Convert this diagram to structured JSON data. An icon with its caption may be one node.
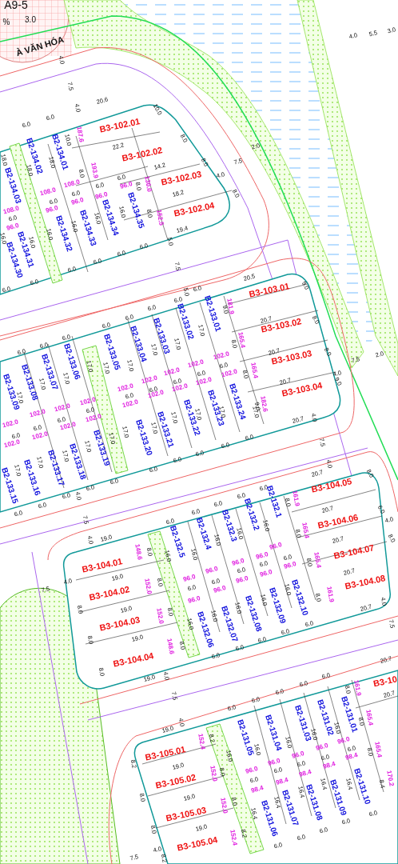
{
  "diagram": {
    "labels": [
      "A9-5",
      "%",
      "3.0",
      "À VĂN HÓA",
      "4.0",
      "5.5",
      "3.0",
      "4.0",
      "7.5",
      "4.0",
      "20.6",
      "10.0",
      "6.0",
      "6.0",
      "B3-102.01",
      "187.6",
      "8.0",
      "10.0",
      "B2-134.02",
      "B2-134.01",
      "22.2",
      "18.0",
      "18.0",
      "18.0",
      "B2-134.03",
      "B3-102.02",
      "8.0",
      "14.2",
      "193.9",
      "8.0",
      "108.0",
      "108.0",
      "108.0",
      "6.0",
      "6.0",
      "6.0",
      "6.0",
      "6.0",
      "96.0",
      "96.0",
      "96.0",
      "96.0",
      "96.0",
      "130.0",
      "8.0",
      "B3-102.03",
      "4.0",
      "7.5",
      "2.0",
      "8.0",
      "18.2",
      "B2-134.35",
      "B2-134.34",
      "B2-134.33",
      "B2-134.32",
      "B2-134.31",
      "B2-134.30",
      "16.0",
      "16.0",
      "16.0",
      "16.0",
      "16.0",
      "16.0",
      "8.0",
      "152.5",
      "B3-102.04",
      "19.4",
      "5.0",
      "7.5",
      "6.0",
      "6.0",
      "6.0",
      "6.0",
      "6.0",
      "6.0",
      "20.5",
      "9.0",
      "5.0",
      "6.0",
      "6.0",
      "B3-103.01",
      "181.9",
      "9.0",
      "B2-133.01",
      "B2-133.02",
      "B2-133.03",
      "B2-133.04",
      "B2-133.05",
      "B2-133.06",
      "B2-133.07",
      "B2-133.08",
      "B2-133.09",
      "6.0",
      "6.0",
      "6.0",
      "6.0",
      "6.0",
      "6.0",
      "20.7",
      "8.0",
      "B3-103.02",
      "165.4",
      "8.0",
      "17.0",
      "17.0",
      "17.0",
      "17.0",
      "17.0",
      "17.0",
      "17.0",
      "17.0",
      "17.0",
      "20.7",
      "8.0",
      "B3-103.03",
      "102.0",
      "102.0",
      "102.0",
      "102.0",
      "102.0",
      "102.0",
      "102.0",
      "102.0",
      "102.0",
      "6.0",
      "6.0",
      "6.0",
      "6.0",
      "6.0",
      "6.0",
      "6.0",
      "6.0",
      "6.0",
      "102.0",
      "102.0",
      "102.0",
      "102.0",
      "102.0",
      "102.0",
      "102.0",
      "102.0",
      "102.0",
      "165.4",
      "8.0",
      "4.0",
      "7.5",
      "2.0",
      "9.0",
      "20.7",
      "B3-103.04",
      "182.6",
      "9.0",
      "B2-133.24",
      "B2-133.23",
      "B2-133.22",
      "B2-133.21",
      "B2-133.20",
      "B2-133.19",
      "B2-133.18",
      "B2-133.17",
      "B2-133.16",
      "B2-133.15",
      "17.0",
      "17.0",
      "17.0",
      "17.0",
      "17.0",
      "17.0",
      "17.0",
      "17.0",
      "17.0",
      "17.0",
      "17.0",
      "6.0",
      "6.0",
      "6.0",
      "6.0",
      "6.0",
      "6.0",
      "6.0",
      "6.0",
      "6.0",
      "6.0",
      "20.7",
      "4.0",
      "7.5",
      "4.0",
      "20.7",
      "4.0",
      "7.5",
      "4.0",
      "19.0",
      "8.0",
      "6.0",
      "6.0",
      "6.0",
      "6.0",
      "6.0",
      "B3-104.05",
      "161.9",
      "8.0",
      "B2-132.1",
      "B2-132.2",
      "B2-132.3",
      "B2-132.4",
      "B2-132.5",
      "20.7",
      "6.0",
      "4.0",
      "B3-104.06",
      "165.4",
      "8.0",
      "16.0",
      "16.0",
      "16.0",
      "16.0",
      "96.0",
      "20.7",
      "8.0",
      "B3-104.07",
      "148.6",
      "8.0",
      "16.0",
      "96.0",
      "96.0",
      "96.0",
      "96.0",
      "6.0",
      "6.0",
      "6.0",
      "6.0",
      "6.0",
      "96.0",
      "96.0",
      "96.0",
      "96.0",
      "96.0",
      "165.4",
      "8.0",
      "20.7",
      "B3-104.08",
      "161.9",
      "8.0",
      "B3-104.01",
      "19.0",
      "152.0",
      "8.0",
      "B2-132.10",
      "B2-132.09",
      "B2-132.08",
      "B2-132.07",
      "B2-132.06",
      "16.0",
      "16.0",
      "16.0",
      "16.0",
      "16.0",
      "4.0",
      "7.5",
      "8.0",
      "B3-104.02",
      "19.0",
      "152.0",
      "8.0",
      "B3-104.03",
      "8.0",
      "19.0",
      "148.6",
      "8.0",
      "B3-104.04",
      "8.0",
      "19.0",
      "4.0",
      "7.5",
      "6.0",
      "6.0",
      "6.0",
      "6.0",
      "6.0",
      "4.0",
      "20.7",
      "7.5",
      "20.7",
      "19.0",
      "4.0",
      "6.0",
      "6.0",
      "6.0",
      "6.0",
      "6.0",
      "161.9",
      "8.0",
      "B3-10",
      "20.7",
      "B2-131.01",
      "B2-131.02",
      "B2-131.03",
      "B2-131.04",
      "B2-131.05",
      "B3-105.01",
      "152.4",
      "8.2",
      "8.2",
      "16.0",
      "16.0",
      "16.0",
      "16.0",
      "16.0",
      "96.0",
      "96.0",
      "96.0",
      "96.0",
      "96.0",
      "6.0",
      "6.0",
      "6.0",
      "6.0",
      "6.0",
      "98.4",
      "98.4",
      "98.4",
      "98.4",
      "98.4",
      "165.4",
      "8.0",
      "165.4",
      "8.0",
      "19.0",
      "152.0",
      "8.0",
      "B3-105.02",
      "8.0",
      "16.4",
      "16.4",
      "16.4",
      "16.4",
      "16.4",
      "170.2",
      "8.4",
      "B2-131.10",
      "B2-131.09",
      "B2-131.08",
      "B2-131.07",
      "B2-131.06",
      "19.0",
      "152.0",
      "8.0",
      "B3-105.03",
      "8.0",
      "19.0",
      "152.4",
      "8.2",
      "B3-105.04",
      "6.0",
      "6.0",
      "6.0",
      "6.0",
      "6.0",
      "7.5",
      "4.0",
      "8.2"
    ]
  }
}
